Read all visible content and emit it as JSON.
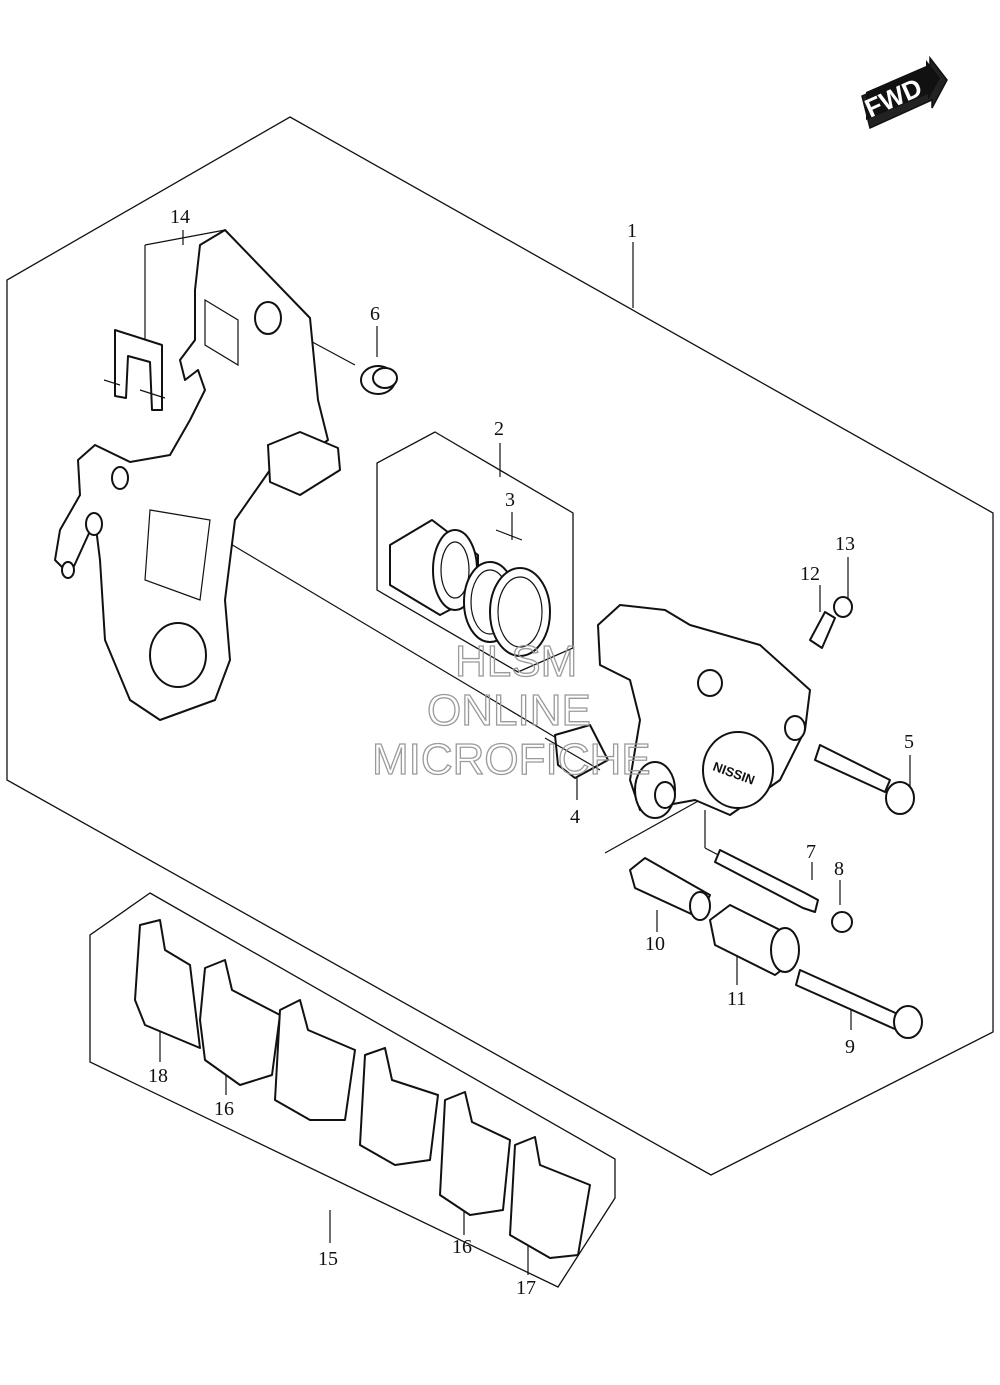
{
  "fwd_label": "FWD",
  "brand_mark": "NISSIN",
  "callouts": {
    "c1": "1",
    "c2": "2",
    "c3": "3",
    "c4": "4",
    "c5": "5",
    "c6": "6",
    "c7": "7",
    "c8": "8",
    "c9": "9",
    "c10": "10",
    "c11": "11",
    "c12": "12",
    "c13": "13",
    "c14": "14",
    "c15": "15",
    "c16a": "16",
    "c16b": "16",
    "c17": "17",
    "c18": "18"
  },
  "watermark": {
    "line1": "HLSM",
    "line2": "ONLINE",
    "line3": "MICROFICHE"
  }
}
